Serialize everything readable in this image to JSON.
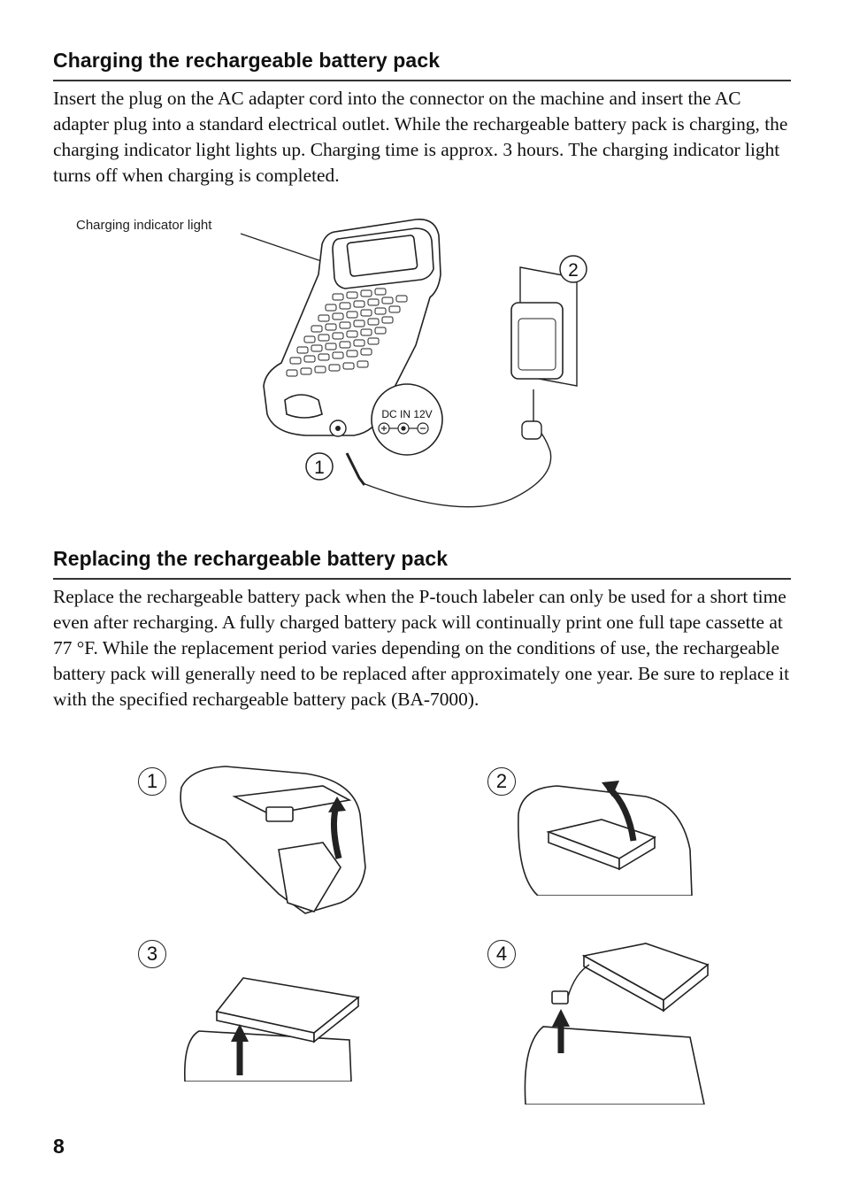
{
  "sections": [
    {
      "heading": "Charging the rechargeable battery pack",
      "body": "Insert the plug on the AC adapter cord into the connector on the machine and insert the AC adapter plug into a standard electrical outlet. While the rechargeable battery pack is charging, the charging indicator light lights up. Charging time is approx. 3 hours. The charging indicator light turns off when charging is completed."
    },
    {
      "heading": "Replacing the rechargeable battery pack",
      "body": "Replace the rechargeable battery pack when the P-touch labeler can only be used for a short time even after recharging. A fully charged battery pack will continually print one full tape cassette at 77 °F. While the replacement period varies depending on the conditions of use, the rechargeable battery pack will generally need to be replaced after approximately one year. Be sure to replace it with the specified rechargeable battery pack (BA-7000)."
    }
  ],
  "charging_figure": {
    "callout_label": "Charging indicator light",
    "dc_label": "DC IN 12V",
    "step_1": "1",
    "step_2": "2"
  },
  "replace_steps": [
    "1",
    "2",
    "3",
    "4"
  ],
  "page_number": "8"
}
